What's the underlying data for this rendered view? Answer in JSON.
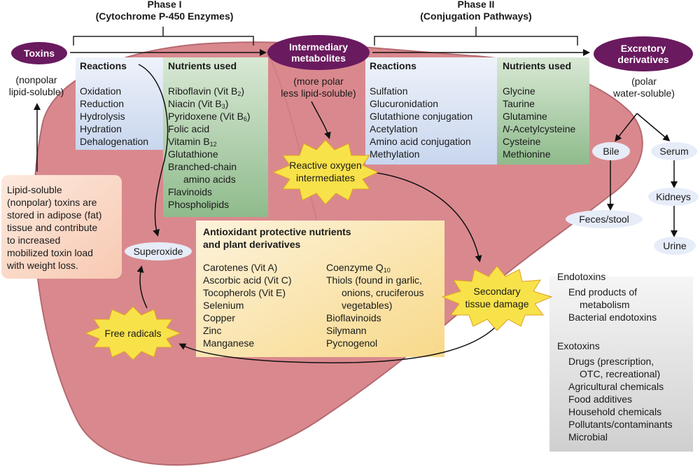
{
  "phase1": {
    "title": "Phase I",
    "subtitle": "(Cytochrome P-450 Enzymes)"
  },
  "phase2": {
    "title": "Phase II",
    "subtitle": "(Conjugation Pathways)"
  },
  "toxins": {
    "label": "Toxins",
    "note1": "(nonpolar",
    "note2": "lipid-soluble)"
  },
  "intermediary": {
    "label1": "Intermediary",
    "label2": "metabolites",
    "note1": "(more polar",
    "note2": "less lipid-soluble)"
  },
  "excretory": {
    "label1": "Excretory",
    "label2": "derivatives",
    "note1": "(polar",
    "note2": "water-soluble)"
  },
  "p1_reactions": {
    "title": "Reactions",
    "items": [
      "Oxidation",
      "Reduction",
      "Hydrolysis",
      "Hydration",
      "Dehalogenation"
    ]
  },
  "p1_nutrients": {
    "title": "Nutrients used",
    "riboflavin": "Riboflavin (Vit B",
    "riboflavin_sub": "2",
    "riboflavin_end": ")",
    "niacin": "Niacin (Vit B",
    "niacin_sub": "3",
    "niacin_end": ")",
    "pyridoxene": "Pyridoxene (Vit B",
    "pyridoxene_sub": "6",
    "pyridoxene_end": ")",
    "folic": "Folic acid",
    "b12": "Vitamin B",
    "b12_sub": "12",
    "glutathione": "Glutathione",
    "bcaa1": "Branched-chain",
    "bcaa2": "amino acids",
    "flavinoids": "Flavinoids",
    "phospholipids": "Phospholipids"
  },
  "p2_reactions": {
    "title": "Reactions",
    "items": [
      "Sulfation",
      "Glucuronidation",
      "Glutathione conjugation",
      "Acetylation",
      "Amino acid conjugation",
      "Methylation"
    ]
  },
  "p2_nutrients": {
    "title": "Nutrients used",
    "glycine": "Glycine",
    "taurine": "Taurine",
    "glutamine": "Glutamine",
    "nac_prefix": "N",
    "nac_rest": "-Acetylcysteine",
    "cysteine": "Cysteine",
    "methionine": "Methionine"
  },
  "reactive_oxygen": {
    "line1": "Reactive oxygen",
    "line2": "intermediates"
  },
  "secondary_damage": {
    "line1": "Secondary",
    "line2": "tissue damage"
  },
  "free_radicals": {
    "label": "Free radicals"
  },
  "superoxide": {
    "label": "Superoxide"
  },
  "lipid_note": {
    "lines": [
      "Lipid-soluble",
      "(nonpolar) toxins are",
      "stored in adipose (fat)",
      "tissue and contribute",
      "to increased",
      "mobilized toxin load",
      "with weight loss."
    ]
  },
  "antioxidant": {
    "title1": "Antioxidant protective nutrients",
    "title2": "and plant derivatives",
    "col1": [
      "Carotenes (Vit A)",
      "Ascorbic acid (Vit C)",
      "Tocopherols (Vit E)",
      "Selenium",
      "Copper",
      "Zinc",
      "Manganese"
    ],
    "coq": "Coenzyme Q",
    "coq_sub": "10",
    "thiols1": "Thiols (found in garlic,",
    "thiols2": "onions, cruciferous",
    "thiols3": "vegetables)",
    "col2_rest": [
      "Bioflavinoids",
      "Silymann",
      "Pycnogenol"
    ]
  },
  "routes": {
    "bile": "Bile",
    "serum": "Serum",
    "kidneys": "Kidneys",
    "feces": "Feces/stool",
    "urine": "Urine"
  },
  "endotoxins": {
    "title": "Endotoxins",
    "item1a": "End products of",
    "item1b": "metabolism",
    "item2": "Bacterial endotoxins"
  },
  "exotoxins": {
    "title": "Exotoxins",
    "drugs1": "Drugs (prescription,",
    "drugs2": "OTC, recreational)",
    "items": [
      "Agricultural chemicals",
      "Food additives",
      "Household chemicals",
      "Pollutants/contaminants",
      "Microbial"
    ]
  },
  "colors": {
    "oval": "#6a1a5e",
    "liver": "#d98a8f",
    "blue_panel": "#d4def0",
    "green_panel": "#a8c9a6",
    "antiox": "#fbe6b0",
    "burst": "#f9e44a",
    "note_panel": "#fbd9c6"
  }
}
